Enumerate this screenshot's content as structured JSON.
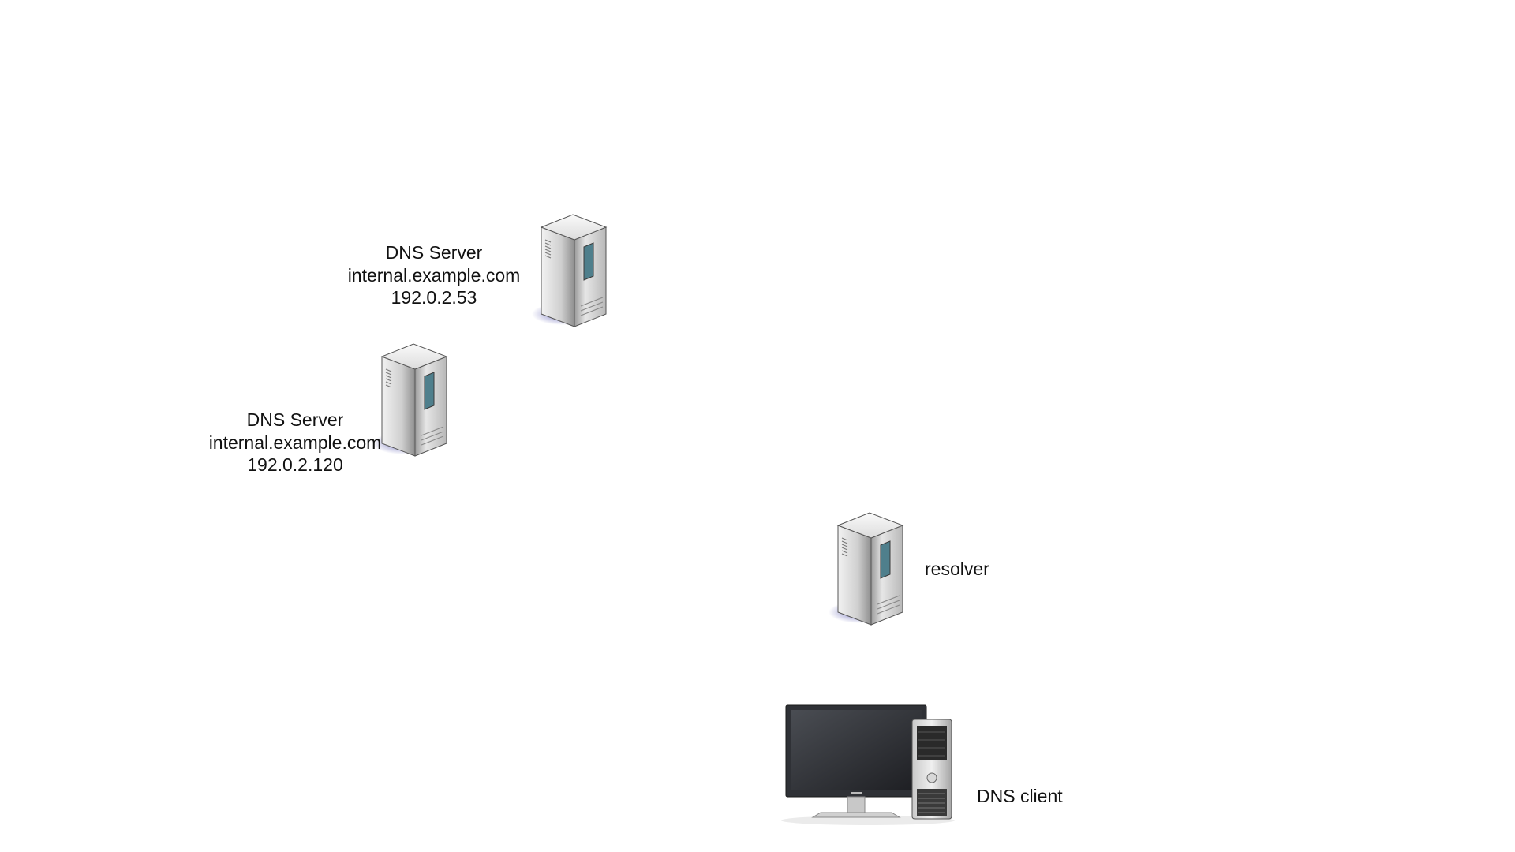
{
  "diagram": {
    "servers": [
      {
        "title": "DNS Server",
        "hostname": "internal.example.com",
        "ip": "192.0.2.53"
      },
      {
        "title": "DNS Server",
        "hostname": "internal.example.com",
        "ip": "192.0.2.120"
      }
    ],
    "resolver": {
      "label": "resolver"
    },
    "client": {
      "label": "DNS client"
    }
  },
  "colors": {
    "server_body": "#d9d9d9",
    "server_window": "#4f7f8c",
    "shadow": "#5a5ab0",
    "monitor": "#2f3136"
  }
}
